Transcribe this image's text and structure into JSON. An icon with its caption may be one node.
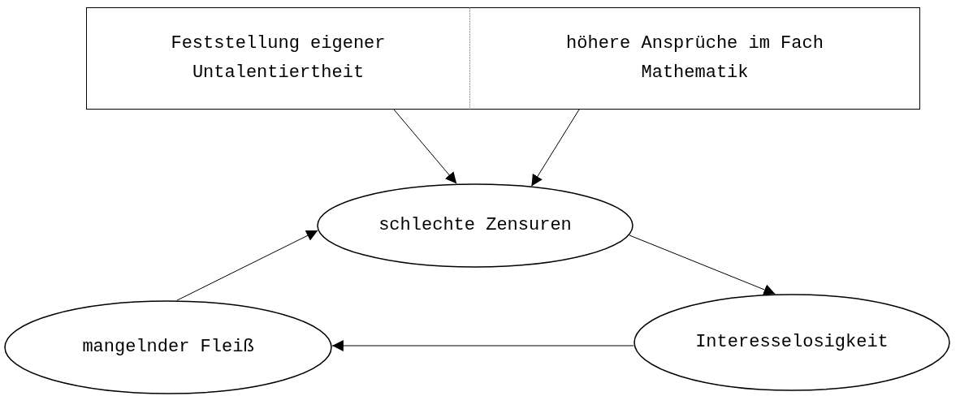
{
  "diagram": {
    "nodes": [
      {
        "text": [
          "Feststellung eigener Untalentiertheit"
        ]
      },
      {
        "text": [
          "höhere Ansprüche im Fach Mathematik"
        ]
      },
      {
        "text": [
          "schlechte Zensuren"
        ]
      },
      {
        "text": [
          "mangelnder Fleiß"
        ]
      },
      {
        "text": [
          "Interesselosigkeit"
        ]
      }
    ],
    "edges": [
      {
        "from": 0,
        "to": 2,
        "arrow": "to"
      },
      {
        "from": 1,
        "to": 2,
        "arrow": "to"
      },
      {
        "from": 2,
        "to": 4,
        "arrow": "to"
      },
      {
        "from": 4,
        "to": 3,
        "arrow": "to"
      },
      {
        "from": 3,
        "to": 2,
        "arrow": "to"
      }
    ]
  }
}
